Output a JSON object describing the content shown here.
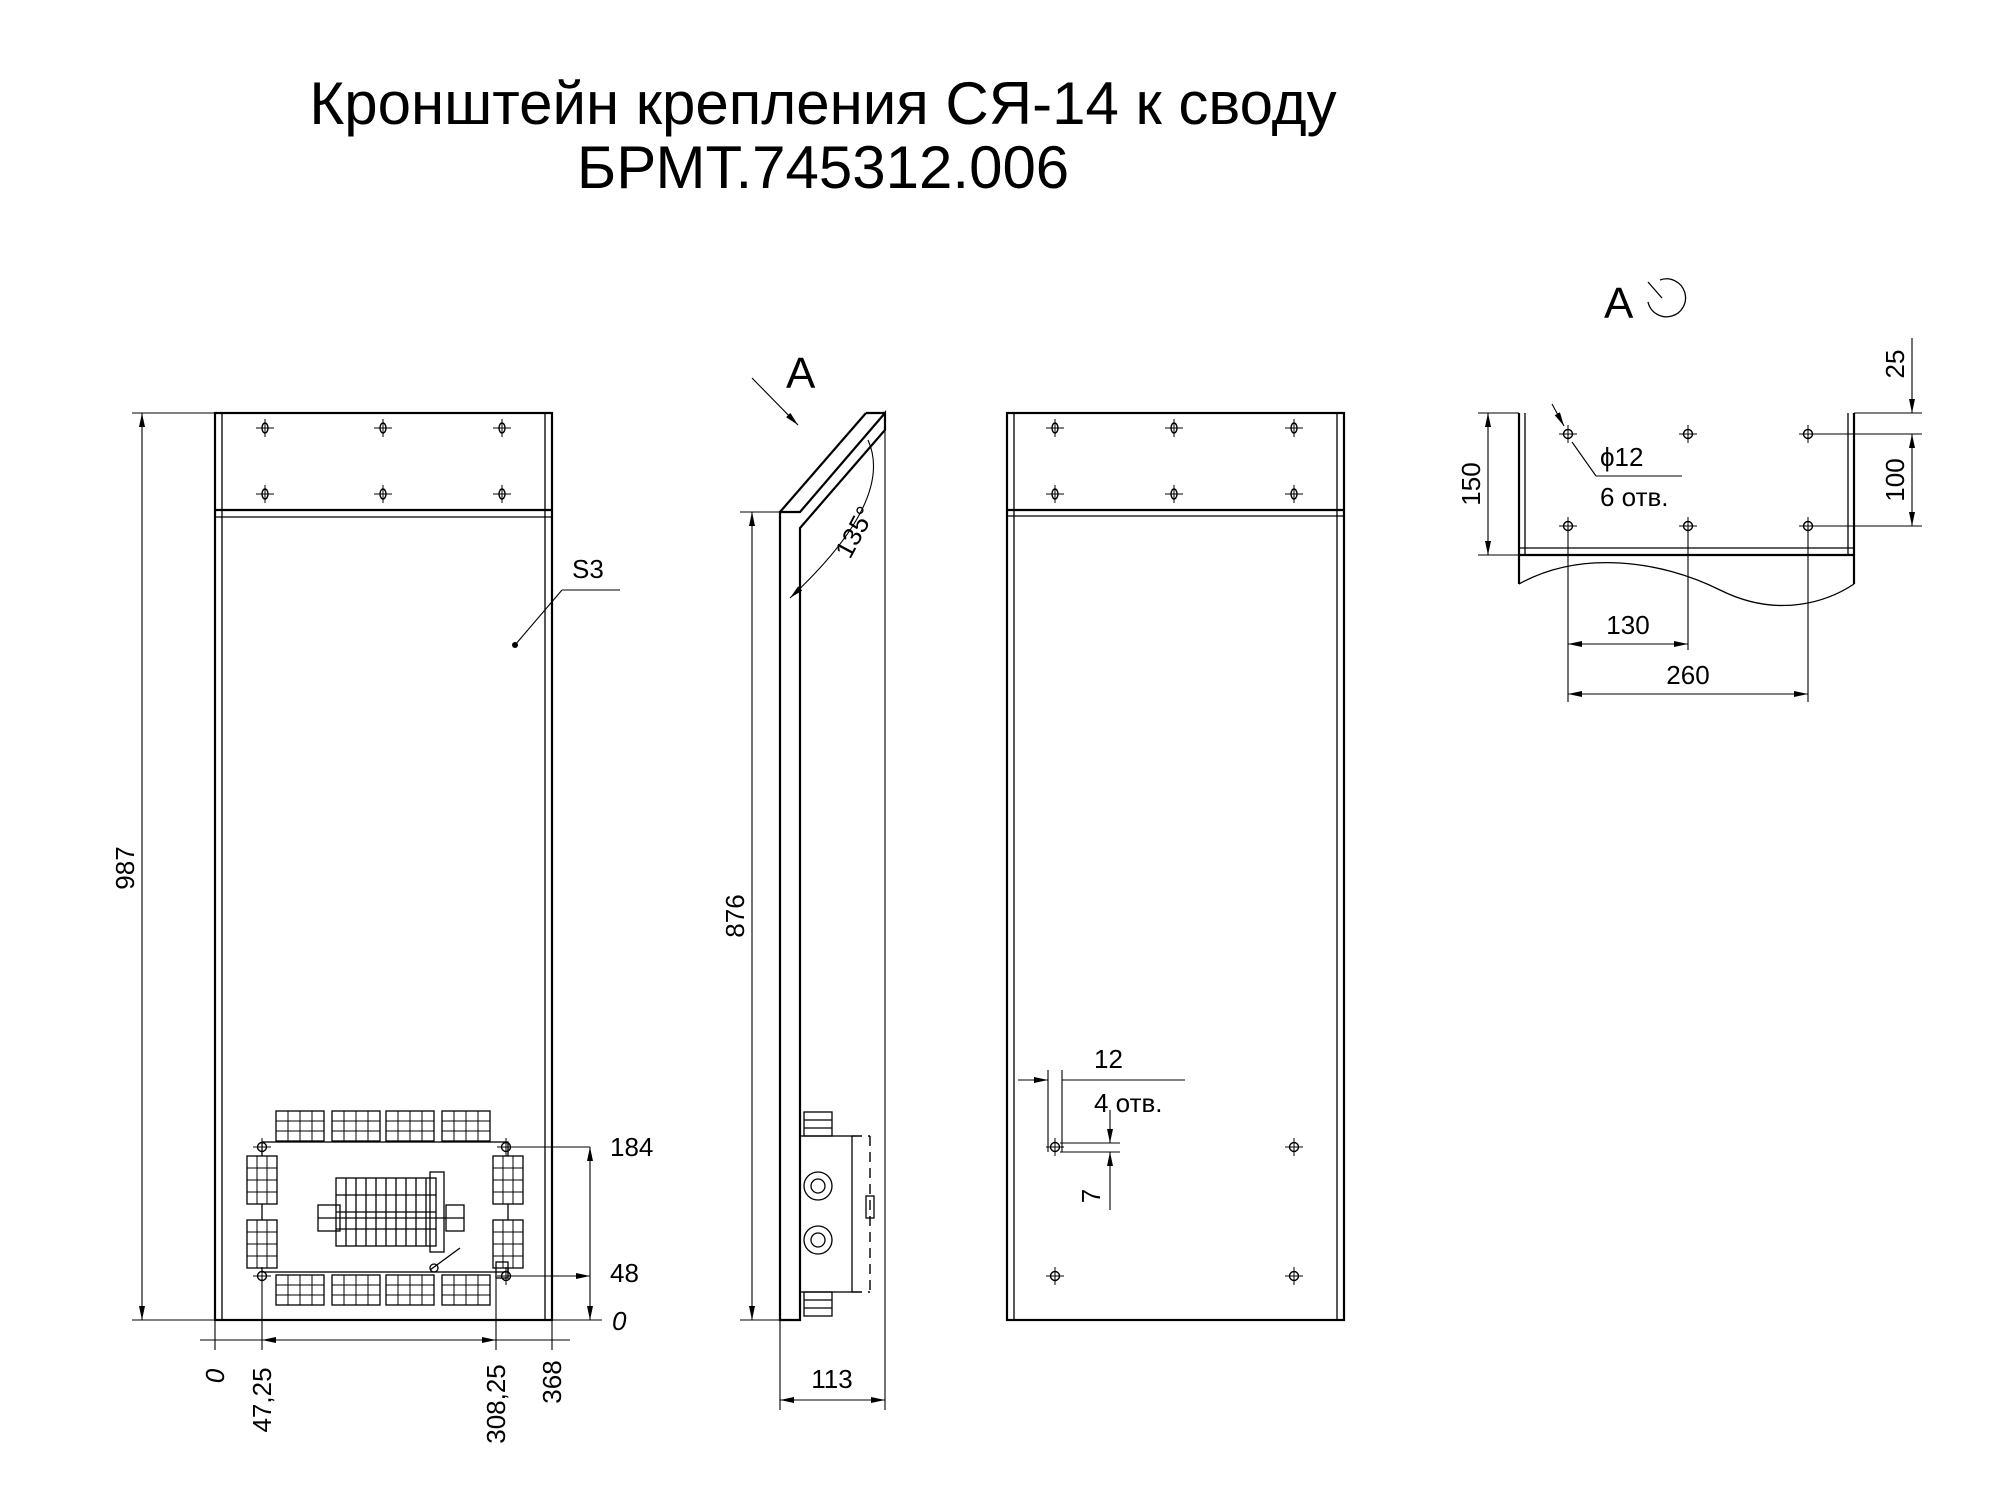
{
  "title": {
    "line1": "Кронштейн крепления СЯ-14 к своду",
    "line2": "БРМТ.745312.006"
  },
  "front_view": {
    "height_dim": "987",
    "thickness_label": "S3",
    "box_upper_dim": "184",
    "box_lower_dim": "48",
    "zero_right": "0",
    "zero_bottom": "0",
    "dim_left_hole": "47,25",
    "dim_right_hole": "308,25",
    "dim_width": "368"
  },
  "side_view": {
    "view_label": "А",
    "angle": "135°",
    "height_dim": "876",
    "depth_dim": "113"
  },
  "back_view": {
    "hole_dia": "12",
    "hole_count": "4 отв.",
    "offset_dim": "7"
  },
  "detail_view": {
    "view_label": "А",
    "dim_25": "25",
    "dim_150": "150",
    "dim_100": "100",
    "hole_dia": "ϕ12",
    "hole_count": "6 отв.",
    "dim_130": "130",
    "dim_260": "260"
  }
}
